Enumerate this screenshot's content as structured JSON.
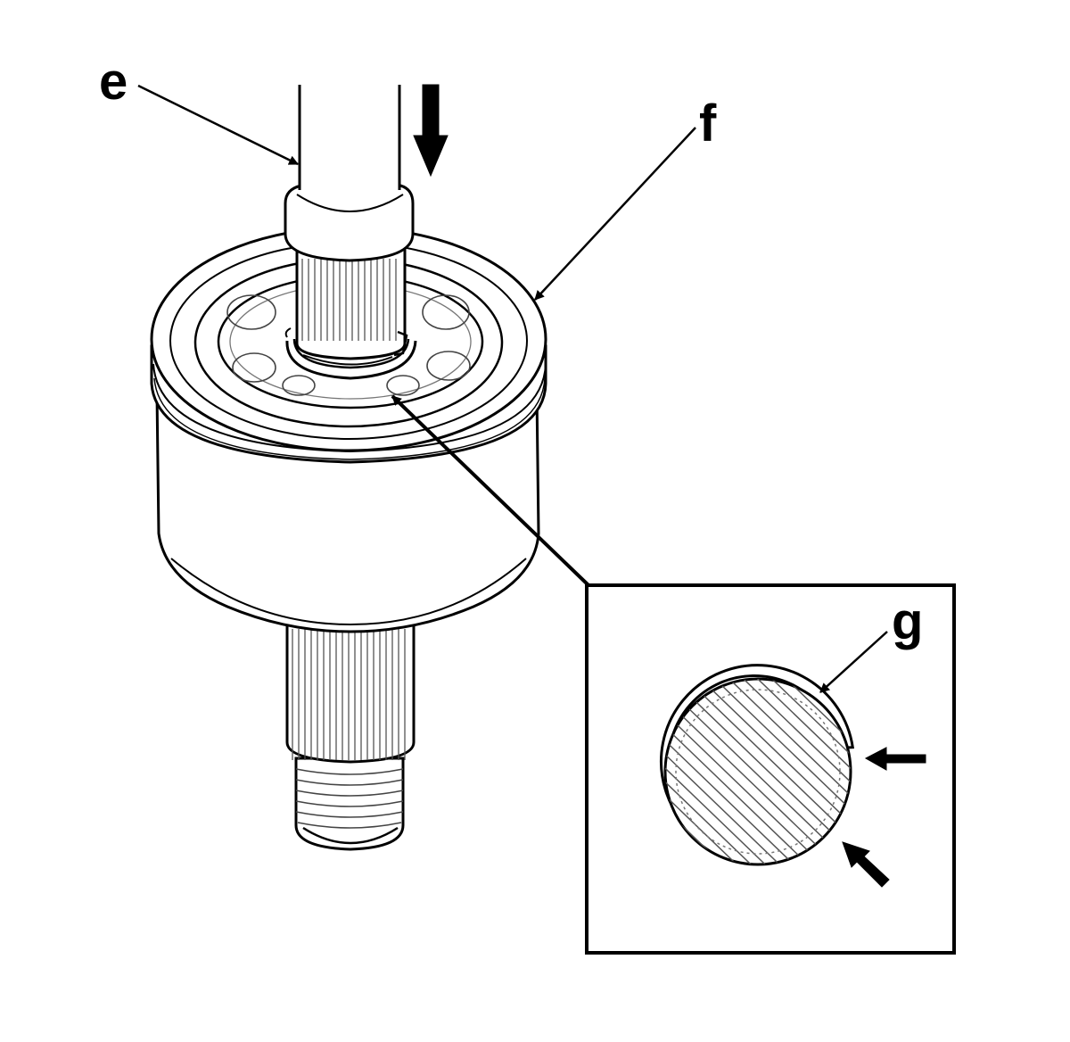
{
  "callouts": {
    "e": "e",
    "f": "f",
    "g": "g"
  },
  "colors": {
    "ink": "#000000",
    "paper": "#ffffff",
    "hatch": "#555555",
    "fine_line": "#444444"
  }
}
